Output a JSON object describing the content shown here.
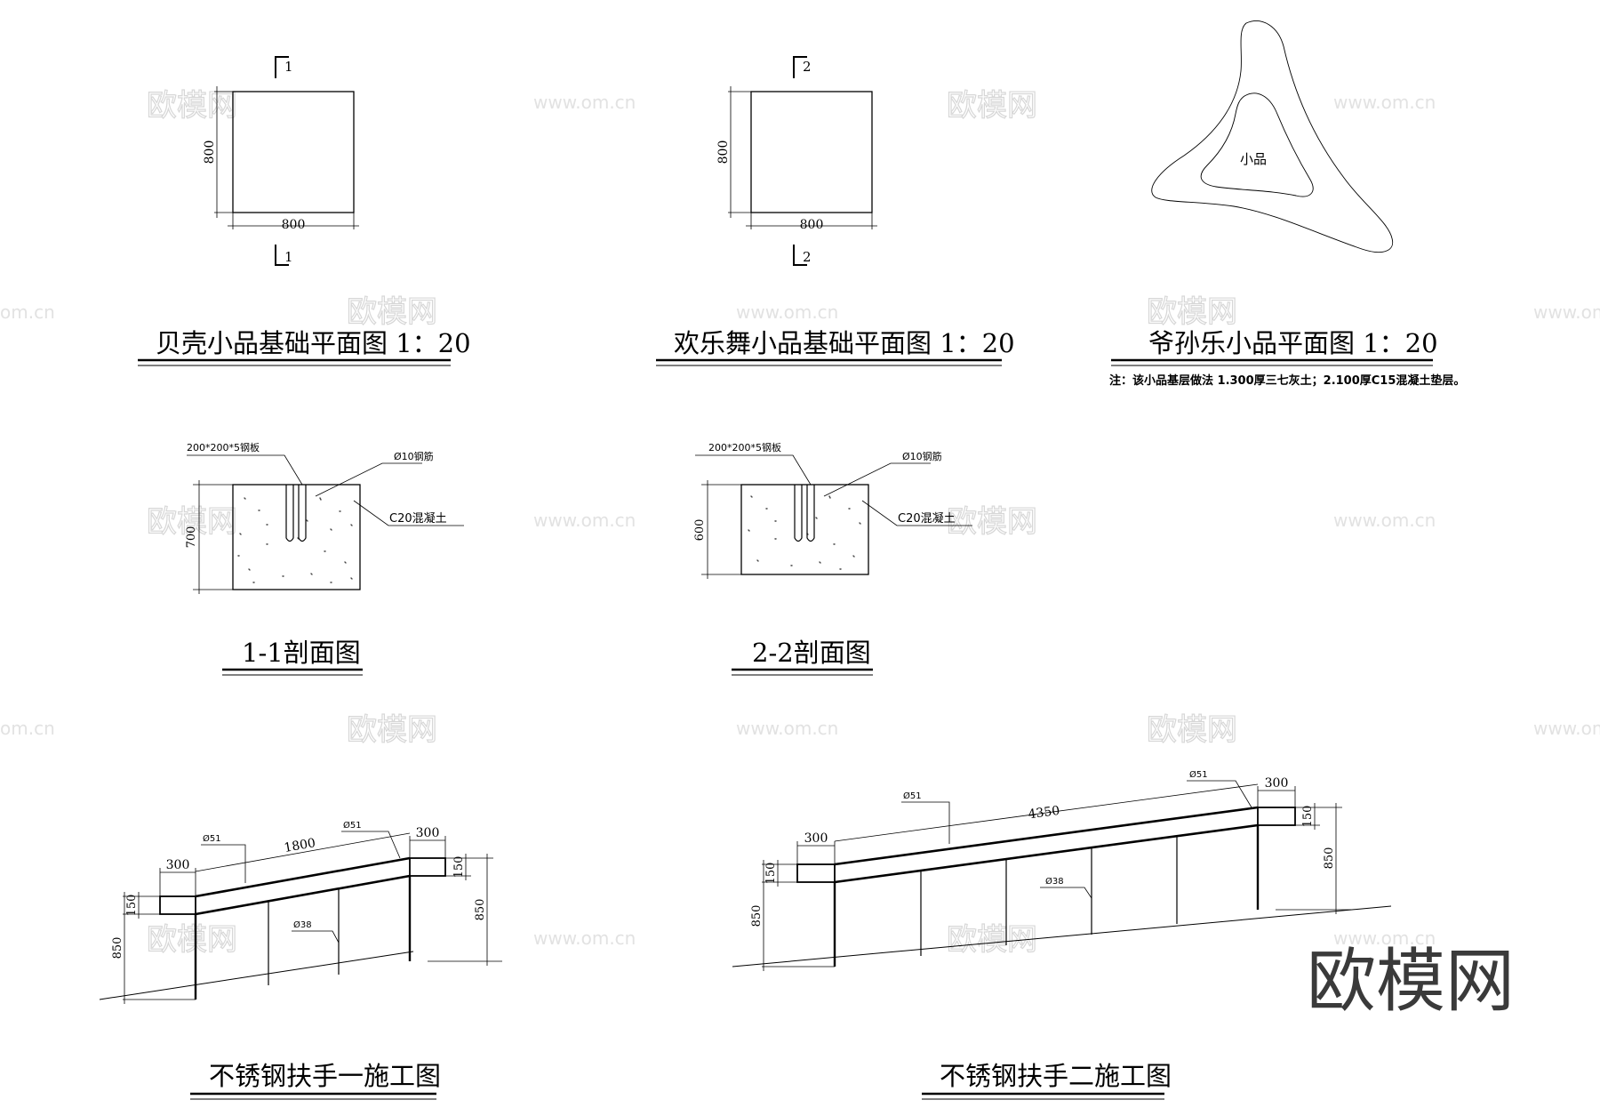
{
  "watermark": {
    "brand": "欧模网",
    "url": "www.om.cn",
    "url_fragment": "om.cn"
  },
  "plan1": {
    "title": "贝壳小品基础平面图 1：20",
    "dim_width": "800",
    "dim_height": "800",
    "section_mark": "1"
  },
  "plan2": {
    "title": "欢乐舞小品基础平面图 1：20",
    "dim_width": "800",
    "dim_height": "800",
    "section_mark": "2"
  },
  "plan3": {
    "title": "爷孙乐小品平面图 1：20",
    "inner_label": "小品",
    "note": "注：该小品基层做法 1.300厚三七灰土；2.100厚C15混凝土垫层。"
  },
  "section1": {
    "title": "1-1剖面图",
    "plate": "200*200*5钢板",
    "rebar": "Ø10钢筋",
    "concrete": "C20混凝土",
    "height": "700"
  },
  "section2": {
    "title": "2-2剖面图",
    "plate": "200*200*5钢板",
    "rebar": "Ø10钢筋",
    "concrete": "C20混凝土",
    "height": "600"
  },
  "rail1": {
    "title": "不锈钢扶手一施工图",
    "length": "1800",
    "end_left": "300",
    "end_right": "300",
    "pipe_top": "Ø51",
    "pipe_top2": "Ø51",
    "post": "Ø38",
    "h150_left": "150",
    "h850_left": "850",
    "h150_right": "150",
    "h850_right": "850"
  },
  "rail2": {
    "title": "不锈钢扶手二施工图",
    "length": "4350",
    "end_left": "300",
    "end_right": "300",
    "pipe_top": "Ø51",
    "pipe_top2": "Ø51",
    "post": "Ø38",
    "h150_left": "150",
    "h850_left": "850",
    "h150_right": "150",
    "h850_right": "850"
  }
}
